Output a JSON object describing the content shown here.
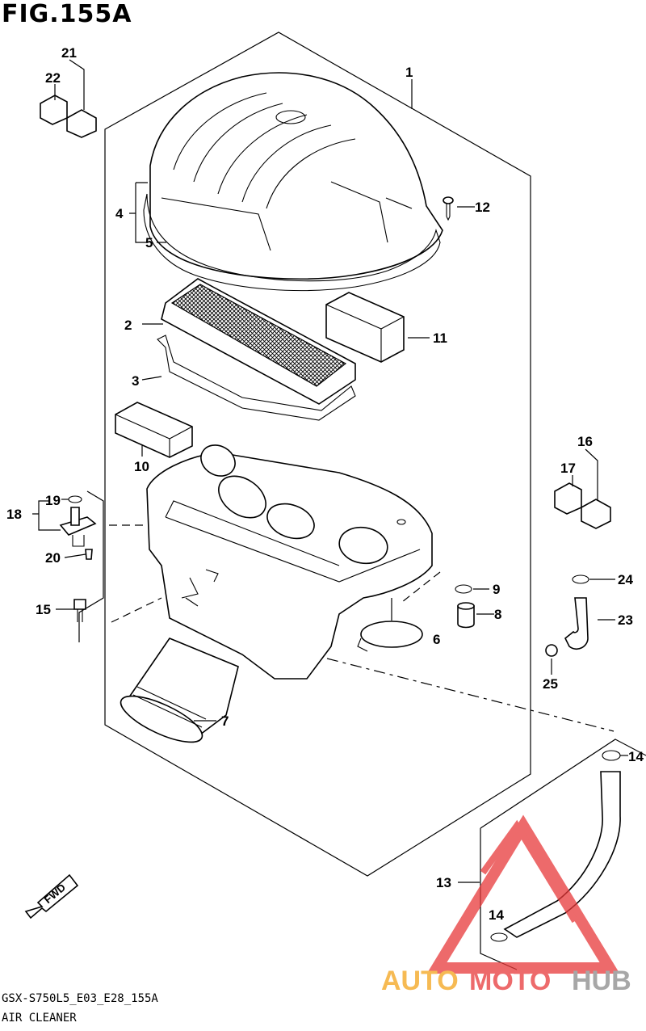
{
  "figure": {
    "title": "FIG.155A",
    "code": "GSX-S750L5_E03_E28_155A",
    "name": "AIR CLEANER"
  },
  "callouts": {
    "c1": "1",
    "c2": "2",
    "c3": "3",
    "c4": "4",
    "c5": "5",
    "c6": "6",
    "c7": "7",
    "c8": "8",
    "c9": "9",
    "c10": "10",
    "c11": "11",
    "c12": "12",
    "c13": "13",
    "c14a": "14",
    "c14b": "14",
    "c15": "15",
    "c16": "16",
    "c17": "17",
    "c18": "18",
    "c19": "19",
    "c20": "20",
    "c21": "21",
    "c22": "22",
    "c23": "23",
    "c24": "24",
    "c25": "25"
  },
  "fwd_label": "FWD",
  "watermark": {
    "text_auto": "AUTO",
    "text_moto": "MOTO",
    "text_hub": "HUB",
    "color_red": "#e8393a",
    "color_orange": "#f3a31a",
    "color_grey": "#8a8a8a"
  }
}
